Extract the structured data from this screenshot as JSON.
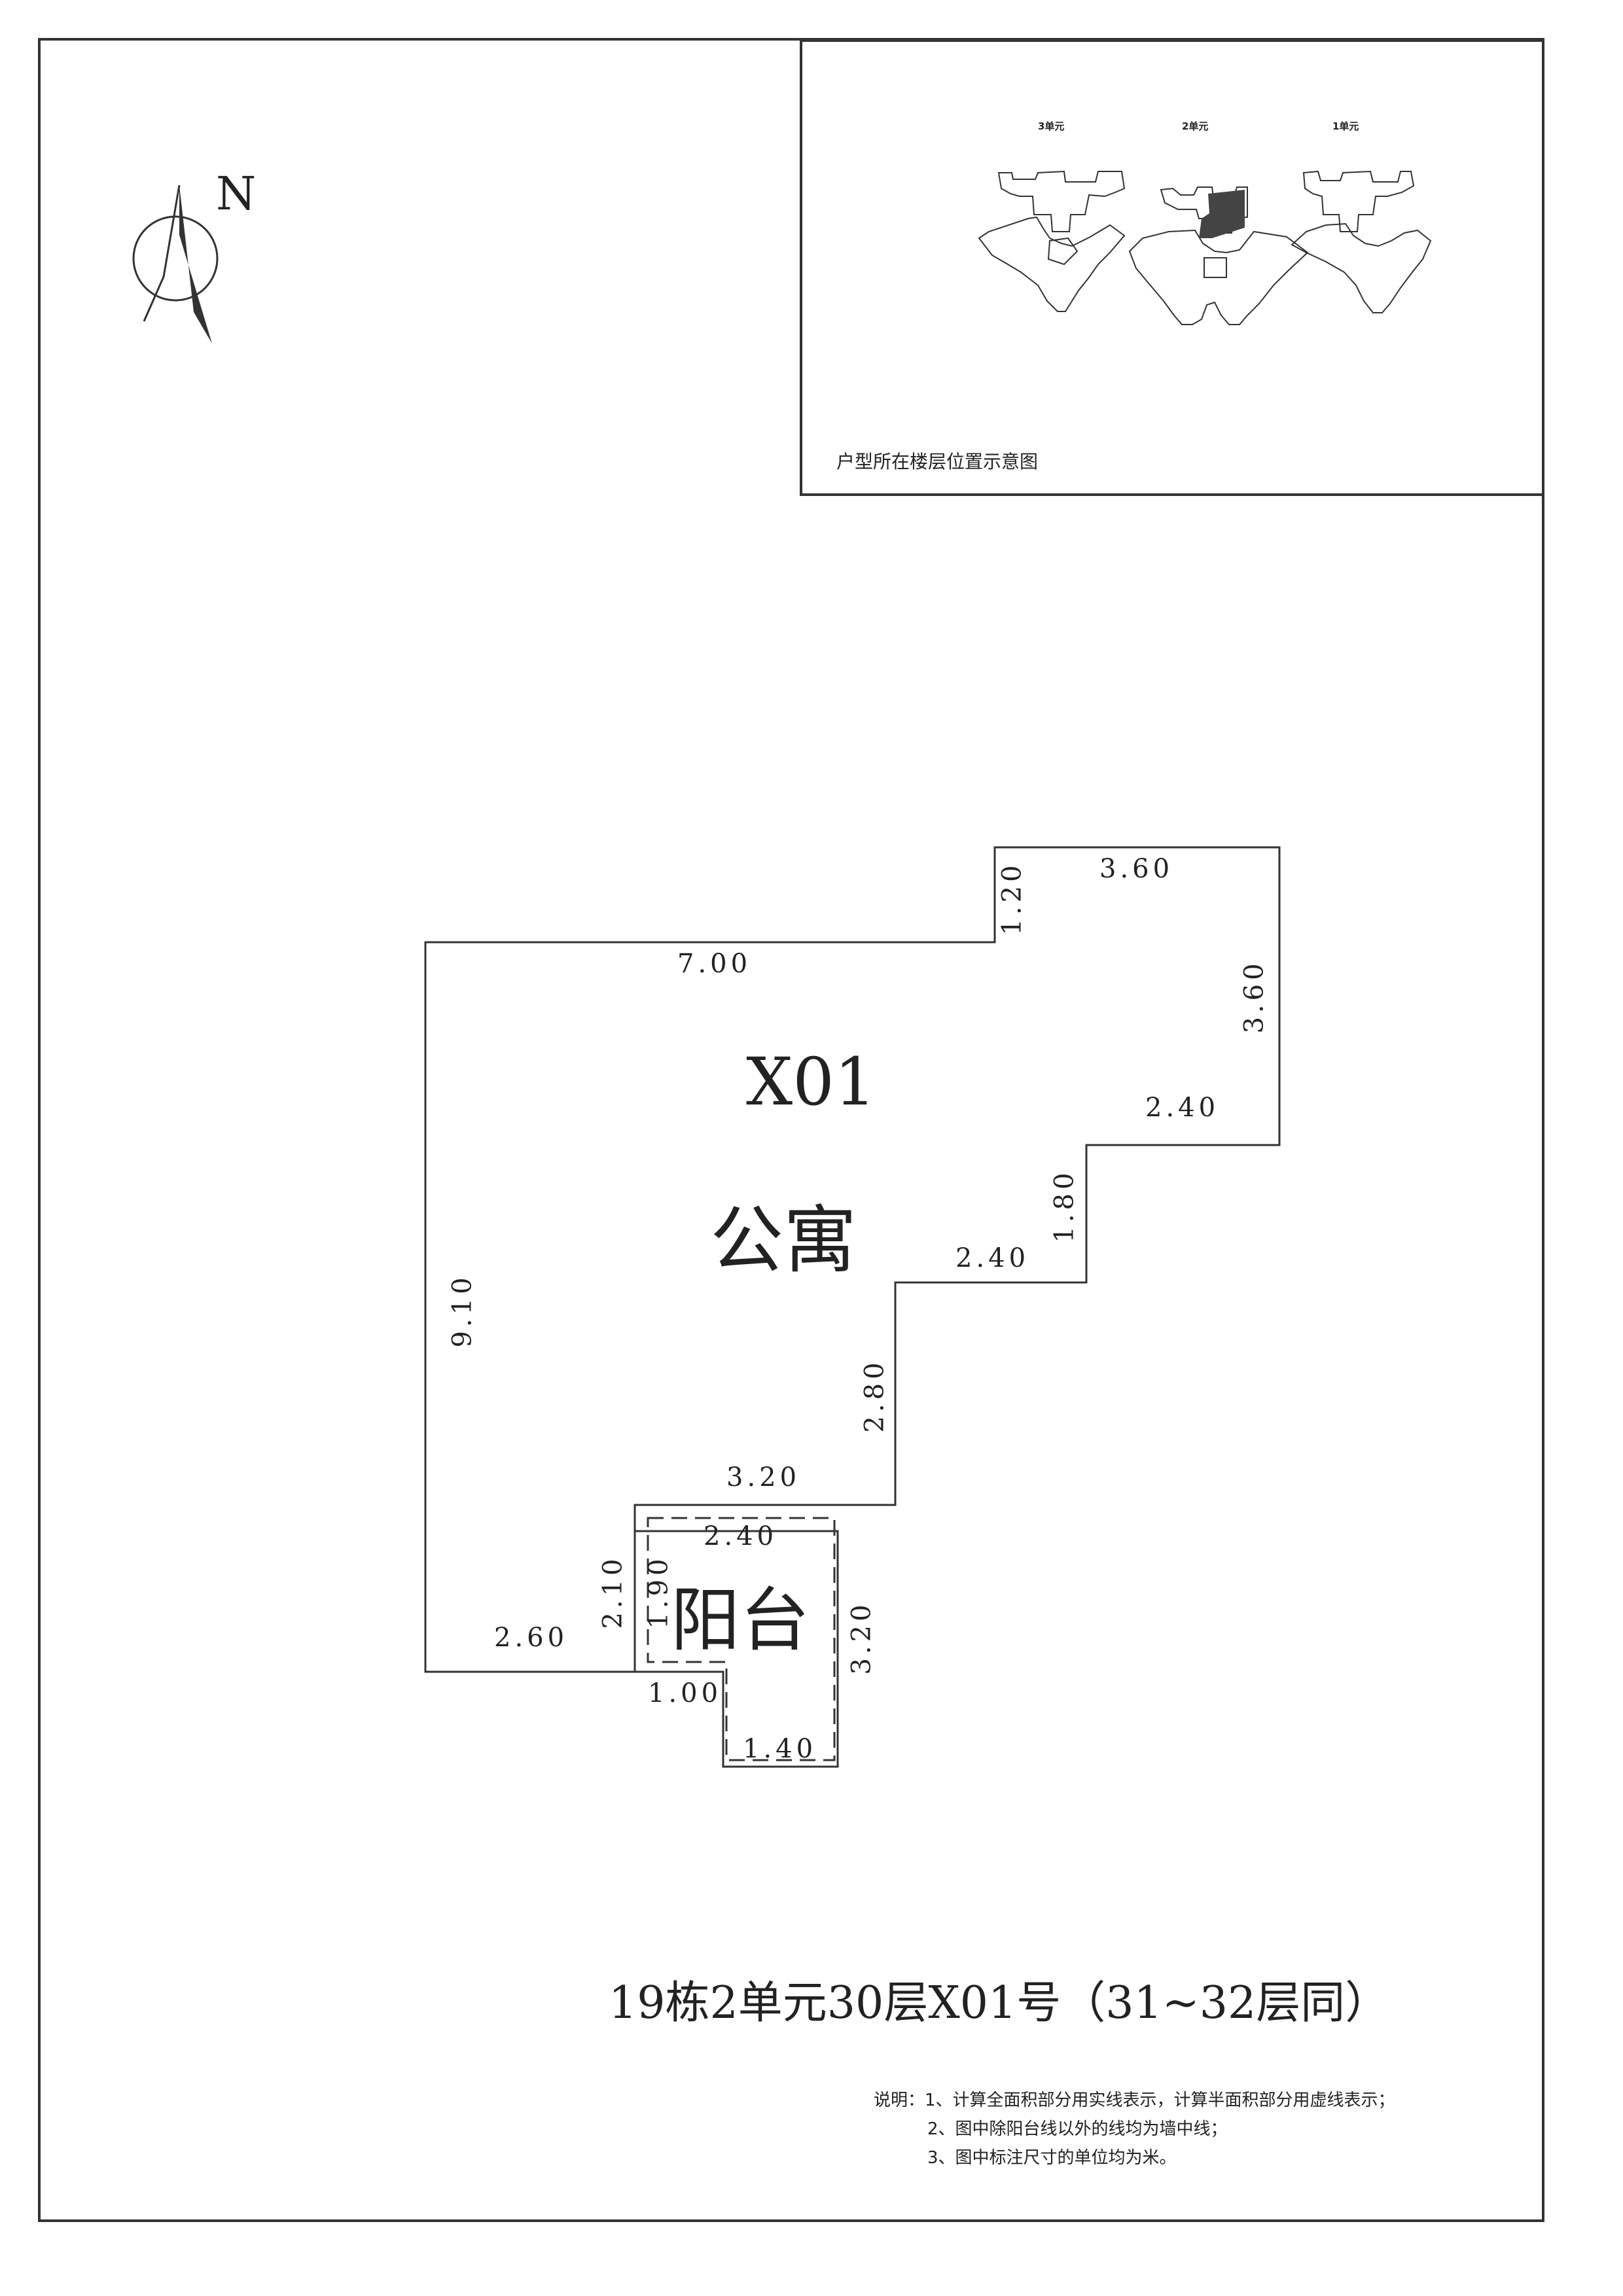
{
  "inset": {
    "caption": "户型所在楼层位置示意图",
    "units": [
      "3单元",
      "2单元",
      "1单元"
    ]
  },
  "compass": {
    "label": "N"
  },
  "plan": {
    "room_id": "X01",
    "room_name": "公寓",
    "balcony_name": "阳台",
    "dimensions": {
      "top_step": "3.60",
      "step_height": "1.20",
      "top_wall": "7.00",
      "right_wall": "3.60",
      "step1_horizontal": "2.40",
      "step2_vertical": "1.80",
      "step2_horizontal": "2.40",
      "step3_vertical": "2.80",
      "step3_horizontal": "3.20",
      "left_wall": "9.10",
      "bottom_wall": "2.60",
      "balcony_wall": "2.10",
      "balcony_inner_width": "2.40",
      "balcony_inner_height": "1.90",
      "balcony_right": "3.20",
      "balcony_step": "1.00",
      "balcony_bottom": "1.40"
    }
  },
  "title": "19栋2单元30层X01号（31~32层同）",
  "notes": {
    "label": "说明：",
    "items": [
      "1、计算全面积部分用实线表示，计算半面积部分用虚线表示；",
      "2、图中除阳台线以外的线均为墙中线；",
      "3、图中标注尺寸的单位均为米。"
    ]
  },
  "colors": {
    "line": "#333333",
    "fill_dark": "#444444",
    "paper": "#ffffff"
  }
}
